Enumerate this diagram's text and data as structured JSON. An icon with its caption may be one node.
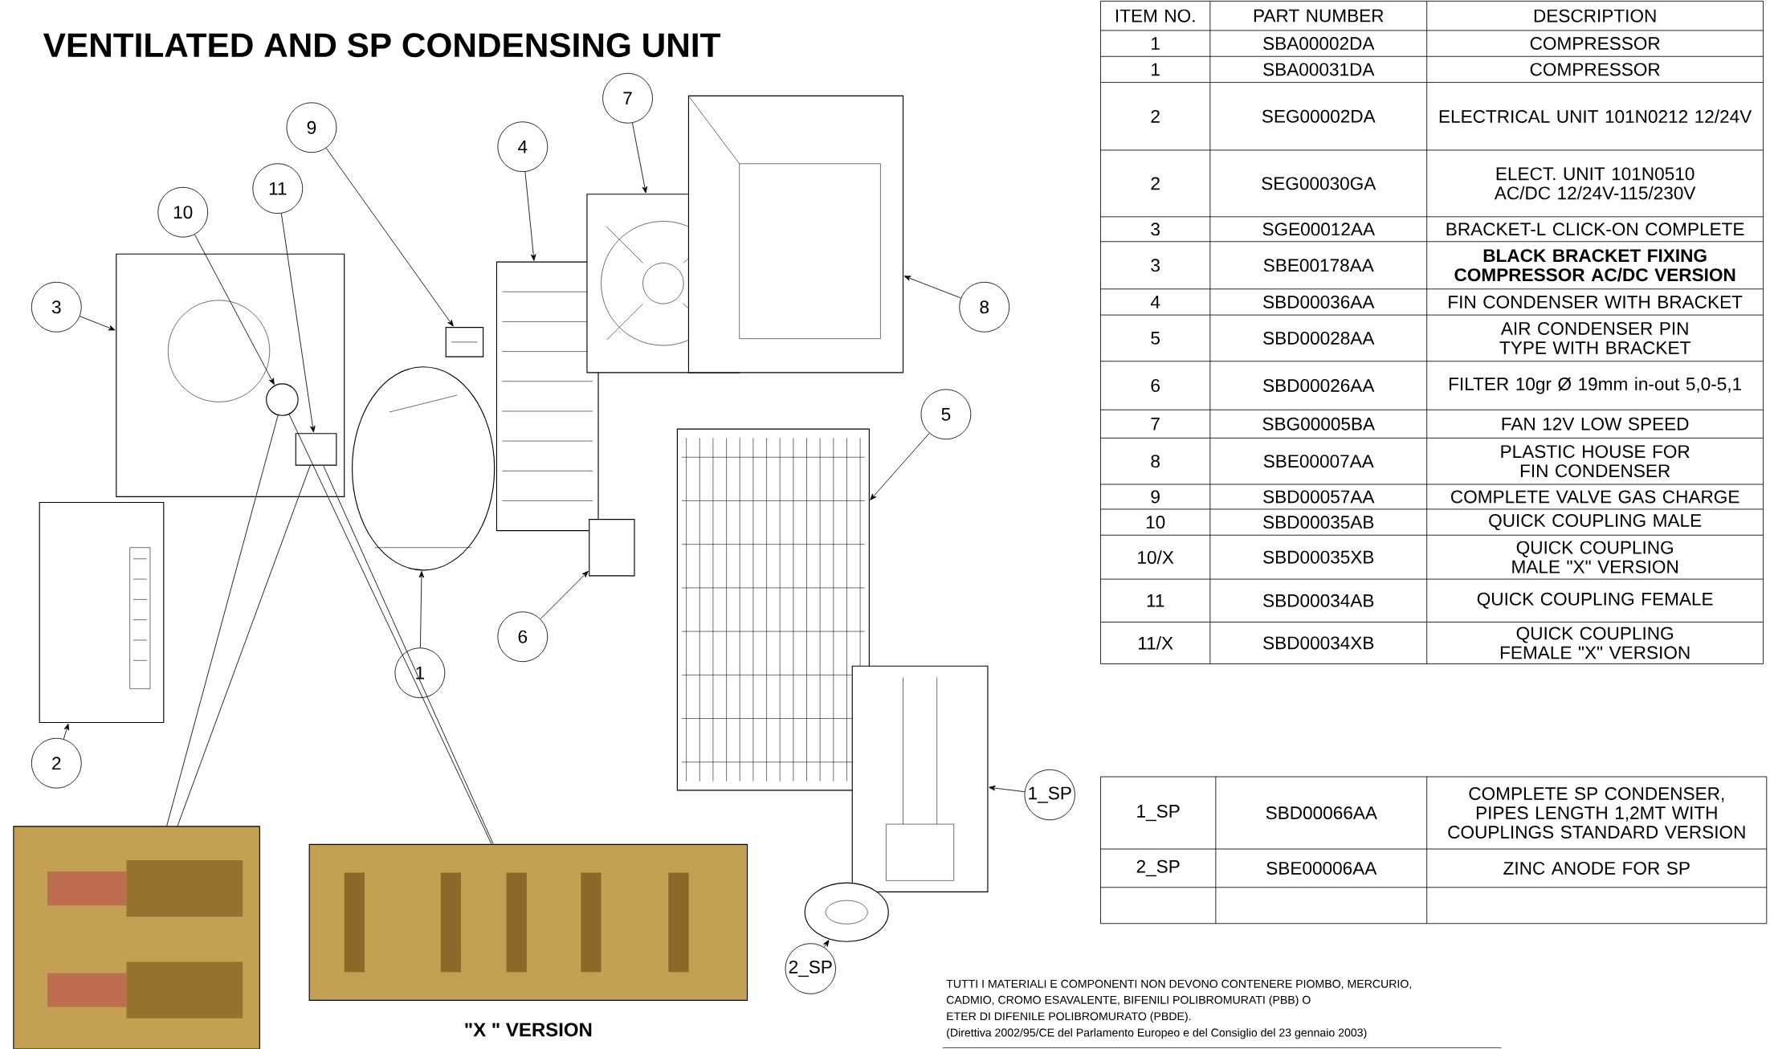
{
  "diagram": {
    "title": "VENTILATED AND SP CONDENSING UNIT",
    "nodes": [
      {
        "text": [],
        "shape": "picture"
      },
      {
        "text": [],
        "shape": "picture"
      },
      {
        "text": [],
        "shape": "picture"
      },
      {
        "text": [],
        "shape": "picture"
      },
      {
        "text": [],
        "shape": "picture"
      },
      {
        "text": [],
        "shape": "picture"
      },
      {
        "text": [],
        "shape": "picture"
      },
      {
        "text": [],
        "shape": "box"
      },
      {
        "text": [],
        "shape": "picture"
      },
      {
        "text": [],
        "shape": "circle",
        "in": 0
      },
      {
        "text": [],
        "shape": "box",
        "in": 0
      },
      {
        "text": [],
        "shape": "picture"
      },
      {
        "text": [],
        "shape": "picture"
      },
      {
        "text": [],
        "shape": "picture"
      },
      {
        "text": [],
        "shape": "picture",
        "beside": [
          "\"X \" VERSION"
        ]
      },
      {
        "text": [
          "1"
        ]
      },
      {
        "text": [
          "2"
        ]
      },
      {
        "text": [
          "3"
        ]
      },
      {
        "text": [
          "4"
        ]
      },
      {
        "text": [
          "5"
        ]
      },
      {
        "text": [
          "6"
        ]
      },
      {
        "text": [
          "7"
        ]
      },
      {
        "text": [
          "8"
        ]
      },
      {
        "text": [
          "9"
        ]
      },
      {
        "text": [
          "10"
        ]
      },
      {
        "text": [
          "11"
        ]
      },
      {
        "text": [
          "1_SP"
        ]
      },
      {
        "text": [
          "2_SP"
        ]
      }
    ],
    "edges": [
      {
        "from": 15,
        "to": 2,
        "arrow": "to"
      },
      {
        "from": 16,
        "to": 1,
        "arrow": "to"
      },
      {
        "from": 17,
        "to": 0,
        "arrow": "to"
      },
      {
        "from": 18,
        "to": 3,
        "arrow": "to"
      },
      {
        "from": 19,
        "to": 6,
        "arrow": "to"
      },
      {
        "from": 20,
        "to": 7,
        "arrow": "to"
      },
      {
        "from": 21,
        "to": 4,
        "arrow": "to"
      },
      {
        "from": 22,
        "to": 5,
        "arrow": "to"
      },
      {
        "from": 23,
        "to": 8,
        "arrow": "to"
      },
      {
        "from": 24,
        "to": 9,
        "arrow": "to"
      },
      {
        "from": 25,
        "to": 10,
        "arrow": "to"
      },
      {
        "from": 26,
        "to": 11,
        "arrow": "to"
      },
      {
        "from": 27,
        "to": 12,
        "arrow": "to"
      },
      {
        "from": 13,
        "to": 9,
        "arrow": "none"
      },
      {
        "from": 13,
        "to": 10,
        "arrow": "none"
      },
      {
        "from": 14,
        "to": 9,
        "arrow": "none"
      },
      {
        "from": 14,
        "to": 10,
        "arrow": "none"
      }
    ],
    "labels": [
      "ITEM NO.",
      "PART NUMBER",
      "DESCRIPTION",
      "1",
      "SBA00002DA",
      "COMPRESSOR",
      "1",
      "SBA00031DA",
      "COMPRESSOR",
      "2",
      "SEG00002DA",
      "ELECTRICAL UNIT 101N0212 12/24V",
      "2",
      "SEG00030GA",
      "ELECT. UNIT 101N0510 AC/DC 12/24V-115/230V",
      "3",
      "SGE00012AA",
      "BRACKET-L CLICK-ON COMPLETE",
      "3",
      "SBE00178AA",
      "BLACK BRACKET FIXING COMPRESSOR AC/DC VERSION",
      "4",
      "SBD00036AA",
      "FIN CONDENSER WITH BRACKET",
      "5",
      "SBD00028AA",
      "AIR CONDENSER PIN TYPE WITH BRACKET",
      "6",
      "SBD00026AA",
      "FILTER 10gr Ø 19mm in-out 5,0-5,1",
      "7",
      "SBG00005BA",
      "FAN 12V LOW SPEED",
      "8",
      "SBE00007AA",
      "PLASTIC HOUSE FOR FIN CONDENSER",
      "9",
      "SBD00057AA",
      "COMPLETE VALVE GAS CHARGE",
      "10",
      "SBD00035AB",
      "QUICK COUPLING MALE",
      "10/X",
      "SBD00035XB",
      "QUICK COUPLING MALE \"X\" VERSION",
      "11",
      "SBD00034AB",
      "QUICK COUPLING FEMALE",
      "11/X",
      "SBD00034XB",
      "QUICK COUPLING FEMALE \"X\" VERSION",
      "1_SP",
      "SBD00066AA",
      "COMPLETE SP CONDENSER, PIPES LENGTH 1,2MT WITH COUPLINGS STANDARD VERSION",
      "2_SP",
      "SBE00006AA",
      "ZINC ANODE FOR SP",
      "TUTTI I MATERIALI E COMPONENTI NON DEVONO CONTENERE PIOMBO, MERCURIO,",
      "CADMIO, CROMO ESAVALENTE, BIFENILI POLIBROMURATI (PBB) O",
      "ETER DI DIFENILE POLIBROMURATO (PBDE).",
      "(Direttiva 2002/95/CE del Parlamento Europeo e del Consiglio del 23 gennaio 2003)"
    ]
  }
}
